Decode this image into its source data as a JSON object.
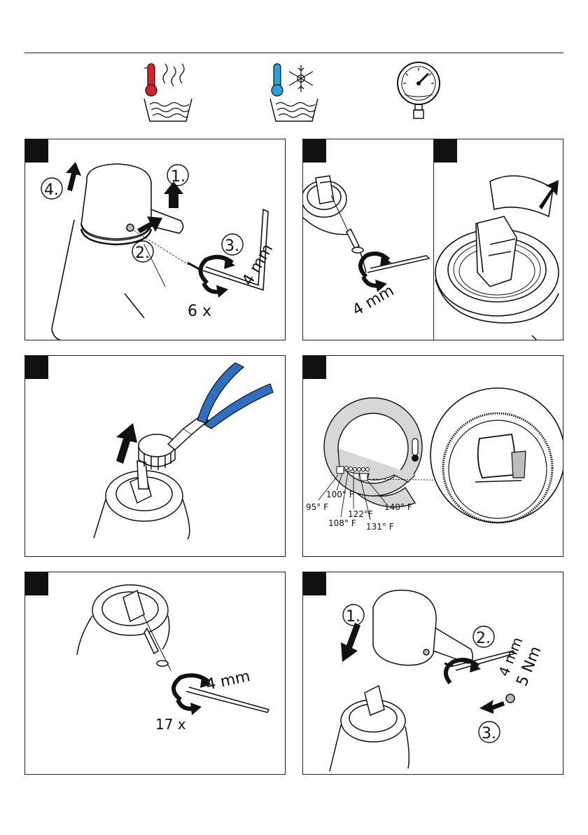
{
  "header_icons": [
    {
      "name": "hot-water-icon"
    },
    {
      "name": "cold-water-icon"
    },
    {
      "name": "pressure-gauge-icon"
    }
  ],
  "colors": {
    "hot": "#d6222a",
    "cold": "#2aa3dd",
    "pliers": "#2e6fbf",
    "line": "#111111",
    "grey": "#d7d7d7"
  },
  "panel1": {
    "step1": "1.",
    "step2": "2.",
    "step3": "3.",
    "step4": "4.",
    "wrench": "4 mm",
    "turns": "6 x"
  },
  "panel2": {
    "wrench": "4 mm"
  },
  "panel5": {
    "t95": "95° F",
    "t100": "100° F",
    "t108": "108° F",
    "t122": "122°F",
    "t131": "131° F",
    "t140": "140° F"
  },
  "panel6": {
    "wrench": "4 mm",
    "turns": "17 x"
  },
  "panel7": {
    "step1": "1.",
    "step2": "2.",
    "step3": "3.",
    "wrench": "4 mm",
    "torque": "5 Nm"
  }
}
